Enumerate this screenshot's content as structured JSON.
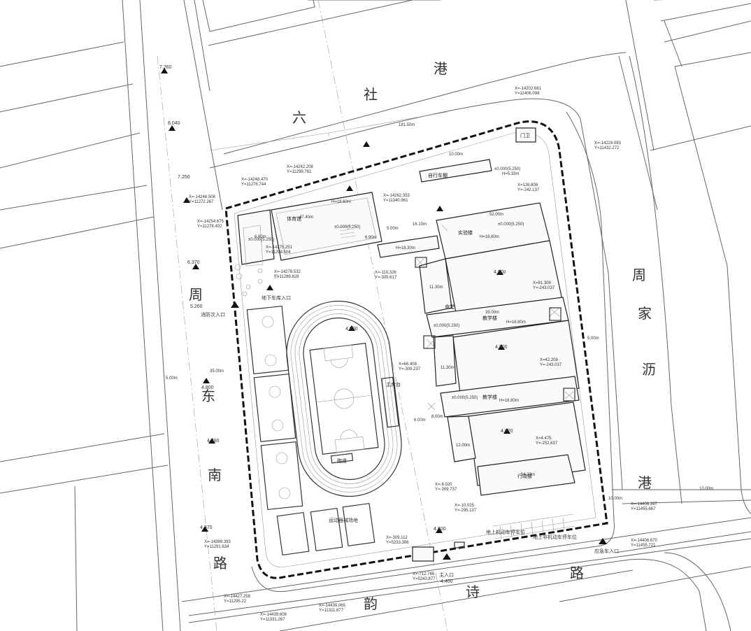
{
  "roads": {
    "north": [
      "六",
      "社",
      "港"
    ],
    "east": [
      "周",
      "家",
      "沥"
    ],
    "west": [
      "周",
      "东",
      "南",
      "路"
    ],
    "south": [
      "诗",
      "韵",
      "路"
    ],
    "east_lower": [
      "港"
    ]
  },
  "buildings": {
    "gym": "体育馆",
    "cafeteria": "食堂",
    "teaching_4": "教学楼",
    "teaching_3": "教学楼",
    "admin": "行政楼",
    "bike_shed": "自行车棚",
    "guard": "门卫",
    "track": "跑道",
    "podium": "主席台",
    "east_building": "实验楼"
  },
  "entrances": {
    "ramp": "地下车库入口",
    "west_gate": "消防次入口",
    "south_gate": "主入口",
    "east_gate": "应急车入口",
    "outdoor_area": "运动器械场地",
    "parking_1": "地上机动车停车位",
    "parking_2": "地上非机动车停车位"
  },
  "elevations": {
    "e1": "4.800",
    "e2": "4.800",
    "e3": "4.800",
    "e4": "4.820",
    "e5": "4.800",
    "e6": "4.380",
    "e7": "4.370",
    "e8": "4.400",
    "e9": "4.800",
    "e10": "5.260",
    "e11": "6.370",
    "e12": "7.250",
    "e13": "8.040",
    "e14": "7.260",
    "e15": "±0.000(5.250)",
    "e16": "±0.000(5.250)",
    "e17": "±0.000(5.250)",
    "e18": "±0.000(5.250)",
    "e19": "±0.000(5.250)",
    "e20": "±0.000(5.250)"
  },
  "dimensions": {
    "d1": "181.50m",
    "d2": "35.00m",
    "d3": "5.00m",
    "d4": "10.00m",
    "d5": "10.00m",
    "d6": "47.40m",
    "d7": "54.20m",
    "d8": "52.00m",
    "d9": "39.00m",
    "d10": "11.30m",
    "d11": "11.30m",
    "d12": "6.00m",
    "d13": "12.00m",
    "d14": "8.00m",
    "d15": "6.90m",
    "d16": "5.00m",
    "d17": "16.10m",
    "d18": "10.00m",
    "d19": "5.00m",
    "d20": "6.80m",
    "d21": "H=16.80m",
    "d22": "H=18.60m",
    "d23": "H=16.80m",
    "d24": "H=16.80m",
    "d25": "H=18.30m",
    "d26": "H=5.33m"
  },
  "coordinates": {
    "c1": "X=-14202.681",
    "c1b": "Y=11406.098",
    "c2": "X=-14224.083",
    "c2b": "Y=11432.272",
    "c3": "X=-14242.208",
    "c3b": "Y=11299.761",
    "c4": "X=-14248.470",
    "c4b": "Y=11276.744",
    "c5": "X=-14246.508",
    "c5b": "Y=11272.267",
    "c6": "X=-14254.675",
    "c6b": "Y=11278.402",
    "c7": "X=-14275.251",
    "c7b": "Y=11299.504",
    "c8": "X=-14276.532",
    "c8b": "Y=11289.828",
    "c9": "X=-14262.353",
    "c9b": "Y=11340.961",
    "c10": "X=126.808",
    "c10b": "Y=-242.137",
    "c11": "X=-110.326",
    "c11b": "Y=-305.617",
    "c12": "X=81.308",
    "c12b": "Y=-243.037",
    "c13": "X=66.408",
    "c13b": "Y=-309.237",
    "c14": "X=42.208",
    "c14b": "Y=-243.037",
    "c15": "X=4.475",
    "c15b": "Y=-252.637",
    "c16": "X=-8.020",
    "c16b": "Y=-309.737",
    "c17": "X=-10.025",
    "c17b": "Y=-295.137",
    "c18": "X=-14389.383",
    "c18b": "Y=11291.634",
    "c19": "X=-309.112",
    "c19b": "Y=5233.386",
    "c20": "X=-14406.397",
    "c20b": "Y=11455.667",
    "c21": "X=-14406.670",
    "c21b": "Y=11455.721",
    "c22": "X=-14427.258",
    "c22b": "Y=11295.22",
    "c23": "X=-14439.065",
    "c23b": "Y=11311.677",
    "c24": "X=-14439.608",
    "c24b": "Y=11331.267",
    "c25": "X=-712.765",
    "c25b": "Y=5243.877"
  }
}
